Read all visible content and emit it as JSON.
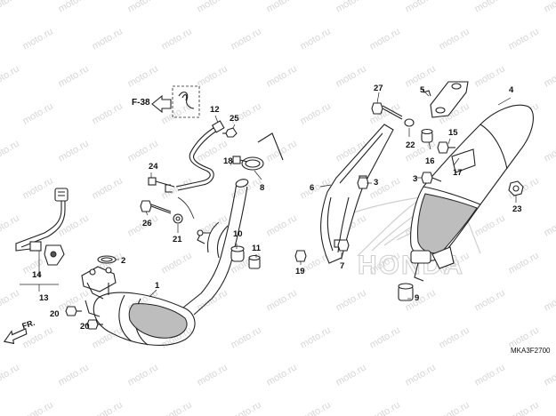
{
  "watermark": "moto.ru",
  "brand_watermark": "HONDA",
  "reference": {
    "label": "F-38"
  },
  "front_indicator": "FR.",
  "diagram_code": "MKA3F2700",
  "callouts": [
    "1",
    "2",
    "3",
    "3",
    "4",
    "5",
    "6",
    "7",
    "8",
    "9",
    "10",
    "11",
    "12",
    "13",
    "14",
    "15",
    "16",
    "17",
    "18",
    "19",
    "20",
    "20",
    "21",
    "22",
    "23",
    "24",
    "25",
    "26",
    "27"
  ]
}
